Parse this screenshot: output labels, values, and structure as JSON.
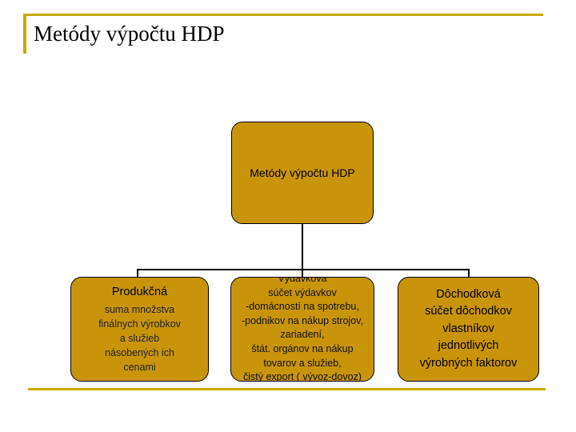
{
  "slide": {
    "title": "Metódy výpočtu HDP"
  },
  "colors": {
    "node_fill": "#c8940a",
    "accent_rule": "#c8a800",
    "connector": "#000000"
  },
  "diagram": {
    "root": {
      "label": "Metódy výpočtu HDP"
    },
    "children": [
      {
        "title": "Produkčná",
        "lines": [
          "suma množstva",
          "finálnych výrobkov",
          "a služieb",
          "násobených ich",
          "cenami"
        ]
      },
      {
        "title": "Výdavková",
        "lines": [
          "súčet výdavkov",
          "-domácností na spotrebu,",
          "-podnikov na nákup strojov,",
          "zariadení,",
          "štát. orgánov na nákup",
          "tovarov a služieb,",
          "čistý export ( vývoz-dovoz)"
        ]
      },
      {
        "title": "Dôchodková",
        "lines": [
          "súčet dôchodkov",
          "vlastníkov",
          "jednotlivých",
          "výrobných faktorov"
        ]
      }
    ]
  }
}
